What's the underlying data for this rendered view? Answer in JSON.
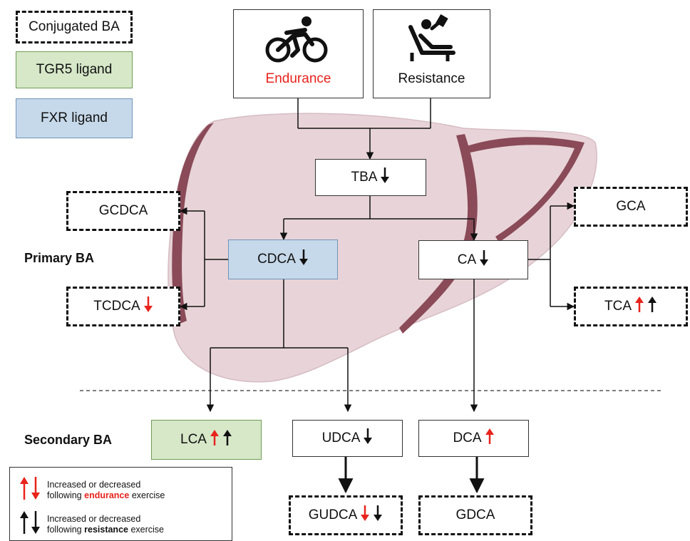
{
  "legend_keys": {
    "conjugated": "Conjugated BA",
    "tgr5": "TGR5 ligand",
    "fxr": "FXR ligand"
  },
  "exercise": {
    "endurance": "Endurance",
    "resistance": "Resistance",
    "endurance_color": "#e8231c"
  },
  "sections": {
    "primary": "Primary BA",
    "secondary": "Secondary BA"
  },
  "nodes": {
    "tba": "TBA",
    "gcdca": "GCDCA",
    "cdca": "CDCA",
    "tcdca": "TCDCA",
    "ca": "CA",
    "gca": "GCA",
    "tca": "TCA",
    "lca": "LCA",
    "udca": "UDCA",
    "dca": "DCA",
    "gudca": "GUDCA",
    "gdca": "GDCA"
  },
  "legend": {
    "endurance_line1": "Increased or decreased",
    "endurance_line2_prefix": "following ",
    "endurance_word": "endurance",
    "endurance_line2_suffix": " exercise",
    "resistance_line1": "Increased or decreased",
    "resistance_line2_prefix": "following ",
    "resistance_word": "resistance",
    "resistance_line2_suffix": " exercise"
  },
  "colors": {
    "red_arrow": "#e8231c",
    "black_arrow": "#111111",
    "tgr5_fill": "#d6e8c8",
    "fxr_fill": "#c6d9ea",
    "liver_fill": "#e8d4d8",
    "liver_band": "#8a4a58"
  },
  "icons": {
    "endurance": "cyclist-icon",
    "resistance": "weightlifting-icon"
  },
  "changes": {
    "tba": [
      "black-down"
    ],
    "cdca": [
      "black-down"
    ],
    "tcdca": [
      "red-down"
    ],
    "ca": [
      "black-down"
    ],
    "tca": [
      "red-up",
      "black-up"
    ],
    "lca": [
      "red-up",
      "black-up"
    ],
    "udca": [
      "black-down"
    ],
    "dca": [
      "red-up"
    ],
    "gudca": [
      "red-down",
      "black-down"
    ]
  }
}
